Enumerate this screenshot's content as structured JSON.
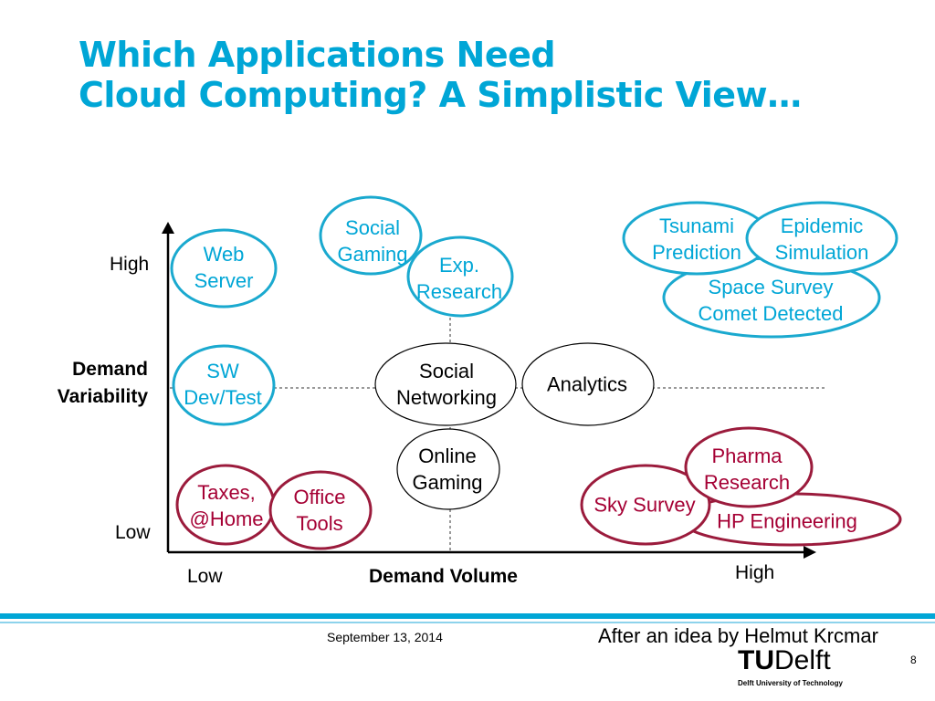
{
  "title": {
    "line1": "Which Applications Need",
    "line2": "Cloud Computing? A Simplistic View…"
  },
  "axes": {
    "y_title_line1": "Demand",
    "y_title_line2": "Variability",
    "y_high": "High",
    "y_low": "Low",
    "x_title": "Demand Volume",
    "x_low": "Low",
    "x_high": "High"
  },
  "bubbles": {
    "social_gaming": [
      "Social",
      "Gaming"
    ],
    "exp_research": [
      "Exp.",
      "Research"
    ],
    "web_server": [
      "Web",
      "Server"
    ],
    "tsunami": [
      "Tsunami",
      "Prediction"
    ],
    "epidemic": [
      "Epidemic",
      "Simulation"
    ],
    "space_survey": [
      "Space Survey",
      "Comet Detected"
    ],
    "sw_devtest": [
      "SW",
      "Dev/Test"
    ],
    "social_networking": [
      "Social",
      "Networking"
    ],
    "analytics": [
      "Analytics"
    ],
    "online_gaming": [
      "Online",
      "Gaming"
    ],
    "pharma": [
      "Pharma",
      "Research"
    ],
    "sky_survey": [
      "Sky Survey"
    ],
    "hp_engineering": [
      "HP Engineering"
    ],
    "taxes": [
      "Taxes,",
      "@Home"
    ],
    "office_tools": [
      "Office",
      "Tools"
    ]
  },
  "colors": {
    "accent": "#00a6d6",
    "bubble_blue": "#1aa9cf",
    "bubble_red": "#9b1b3c",
    "footer_light": "#8dd3ec"
  },
  "footer": {
    "date": "September 13, 2014",
    "credit": "After an idea by Helmut Krcmar",
    "page": "8",
    "logo_tu": "TU",
    "logo_delft": "Delft",
    "logo_sub": "Delft University of Technology"
  }
}
